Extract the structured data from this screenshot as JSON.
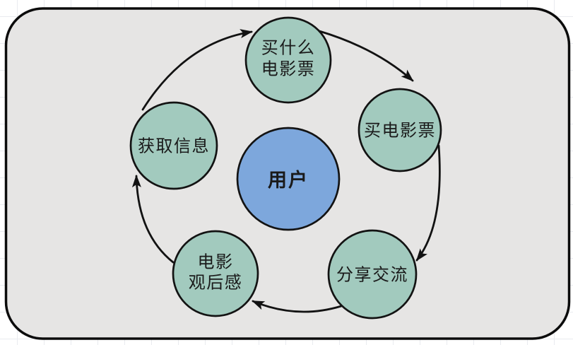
{
  "diagram": {
    "center": {
      "label": "用户"
    },
    "nodes": [
      {
        "id": "what-movie-ticket",
        "position": "top",
        "line1": "买什么",
        "line2": "电影票"
      },
      {
        "id": "buy-movie-ticket",
        "position": "right",
        "line1": "买电影票",
        "line2": ""
      },
      {
        "id": "share-communicate",
        "position": "bottom-right",
        "line1": "分享交流",
        "line2": ""
      },
      {
        "id": "movie-review",
        "position": "bottom-left",
        "line1": "电影",
        "line2": "观后感"
      },
      {
        "id": "get-information",
        "position": "left",
        "line1": "获取信息",
        "line2": ""
      }
    ],
    "edges": [
      {
        "from": "get-information",
        "to": "what-movie-ticket"
      },
      {
        "from": "what-movie-ticket",
        "to": "buy-movie-ticket"
      },
      {
        "from": "buy-movie-ticket",
        "to": "share-communicate"
      },
      {
        "from": "share-communicate",
        "to": "movie-review"
      },
      {
        "from": "movie-review",
        "to": "get-information"
      }
    ],
    "colors": {
      "node_fill": "#a2cabe",
      "center_fill": "#7da7dc",
      "stroke": "#121212",
      "text": "#1a1a1a",
      "panel_fill": "#e6e5e4",
      "page_bg": "#ffffff",
      "grid_line": "#e9ebef"
    }
  }
}
